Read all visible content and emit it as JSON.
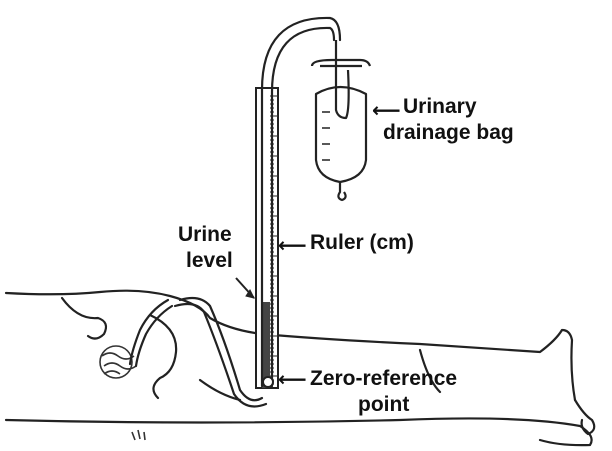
{
  "labels": {
    "bag_line1": "Urinary",
    "bag_line2": "drainage bag",
    "urine_line1": "Urine",
    "urine_line2": "level",
    "ruler": "Ruler (cm)",
    "zero_line1": "Zero-reference",
    "zero_line2": "point"
  },
  "colors": {
    "ink": "#111111",
    "paper": "#ffffff"
  }
}
